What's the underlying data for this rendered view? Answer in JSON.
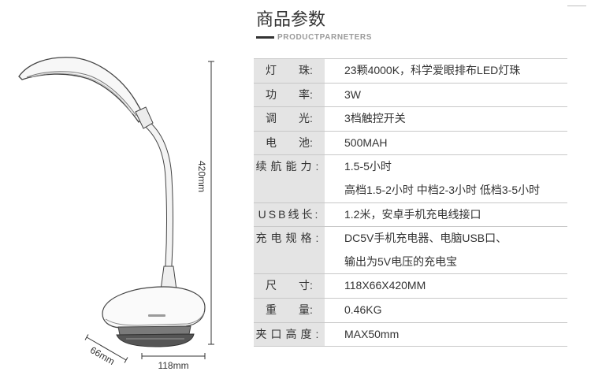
{
  "header": {
    "title": "商品参数",
    "subtitle": "PRODUCTPARNETERS"
  },
  "dimension_labels": {
    "height": "420mm",
    "width": "118mm",
    "depth": "66mm"
  },
  "specs": [
    {
      "label": "灯　　珠:",
      "values": [
        "23颗4000K，科学爱眼排布LED灯珠"
      ]
    },
    {
      "label": "功　　率:",
      "values": [
        "3W"
      ]
    },
    {
      "label": "调　　光:",
      "values": [
        "3档触控开关"
      ]
    },
    {
      "label": "电　　池:",
      "values": [
        "500MAH"
      ]
    },
    {
      "label": "续航能力:",
      "values": [
        "1.5-5小时",
        "高档1.5-2小时 中档2-3小时 低档3-5小时"
      ]
    },
    {
      "label": "USB线长:",
      "values": [
        "1.2米，安卓手机充电线接口"
      ]
    },
    {
      "label": "充电规格:",
      "values": [
        "DC5V手机充电器、电脑USB口、",
        "输出为5V电压的充电宝"
      ]
    },
    {
      "label": "尺　　寸:",
      "values": [
        "118X66X420MM"
      ]
    },
    {
      "label": "重　　量:",
      "values": [
        "0.46KG"
      ]
    },
    {
      "label": "夹口高度:",
      "values": [
        "MAX50mm"
      ]
    }
  ],
  "colors": {
    "text": "#333333",
    "label_background": "#e4e4e4",
    "row_border": "#c8c8c8",
    "subtitle": "#9a9a9a"
  }
}
